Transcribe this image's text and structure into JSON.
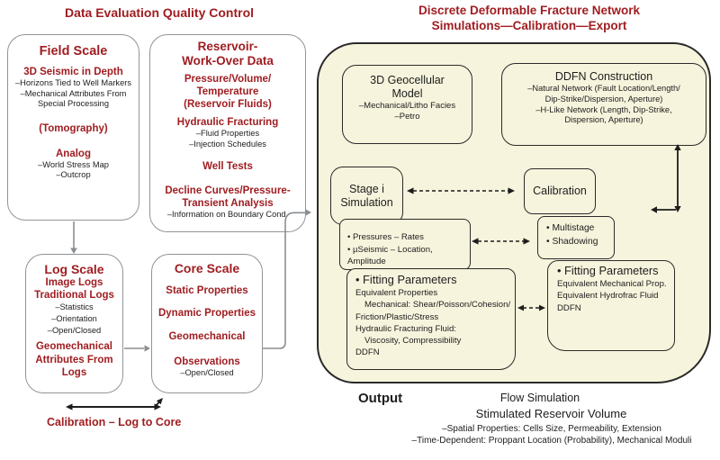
{
  "colors": {
    "accent_red": "#a01d21",
    "beige_fill": "#f7f4dd",
    "box_gray_border": "#909498",
    "arrow_gray": "#8a8e92",
    "ink": "#1d1d1d"
  },
  "left": {
    "title": "Data Evaluation Quality Control",
    "field_scale": {
      "title": "Field Scale",
      "seismic_title": "3D Seismic in Depth",
      "seismic_items": [
        "–Horizons Tied to Well Markers",
        "–Mechanical Attributes From",
        "Special Processing"
      ],
      "tomography": "(Tomography)",
      "analog_title": "Analog",
      "analog_items": [
        "–World Stress Map",
        "–Outcrop"
      ]
    },
    "reservoir": {
      "title1": "Reservoir-",
      "title2": "Work-Over Data",
      "pvt1": "Pressure/Volume/",
      "pvt2": "Temperature",
      "pvt3": "(Reservoir Fluids)",
      "hydraulic": "Hydraulic Fracturing",
      "hydraulic_items": [
        "–Fluid Properties",
        "–Injection Schedules"
      ],
      "well_tests": "Well Tests",
      "decline1": "Decline Curves/Pressure-",
      "decline2": "Transient Analysis",
      "decline_item": "–Information on Boundary Cond."
    },
    "log_scale": {
      "title": "Log Scale",
      "red1": "Image Logs",
      "red2": "Traditional Logs",
      "items": [
        "–Statistics",
        "–Orientation",
        "–Open/Closed"
      ],
      "geo1": "Geomechanical",
      "geo2": "Attributes From",
      "geo3": "Logs"
    },
    "core_scale": {
      "title": "Core Scale",
      "red1": "Static Properties",
      "red2": "Dynamic Properties",
      "red3": "Geomechanical",
      "red4": "Observations",
      "item": "–Open/Closed"
    },
    "calibration_label": "Calibration – Log to Core"
  },
  "right": {
    "title1": "Discrete Deformable Fracture Network",
    "title2": "Simulations—Calibration—Export",
    "geocell": {
      "t1": "3D Geocellular",
      "t2": "Model",
      "i1": "–Mechanical/Litho Facies",
      "i2": "–Petro"
    },
    "ddfn": {
      "t": "DDFN Construction",
      "i1": "–Natural Network (Fault Location/Length/",
      "i2": "Dip-Strike/Dispersion, Aperture)",
      "i3": "–H-Like Network (Length, Dip-Strike,",
      "i4": "Dispersion, Aperture)"
    },
    "stage": {
      "t1": "Stage i",
      "t2": "Simulation"
    },
    "calibration": {
      "t": "Calibration"
    },
    "pressures": {
      "i1": "• Pressures – Rates",
      "i2": "• µSeismic – Location, Amplitude"
    },
    "multistage": {
      "i1": "• Multistage",
      "i2": "• Shadowing"
    },
    "fitting_left": {
      "t": "• Fitting Parameters",
      "i1": "Equivalent Properties",
      "i2": "Mechanical: Shear/Poisson/Cohesion/",
      "i3": "Friction/Plastic/Stress",
      "i4": "Hydraulic Fracturing Fluid:",
      "i5": "Viscosity, Compressibility",
      "i6": "DDFN"
    },
    "fitting_right": {
      "t": "• Fitting Parameters",
      "i1": "Equivalent Mechanical Prop.",
      "i2": "Equivalent Hydrofrac Fluid",
      "i3": "DDFN"
    },
    "output_label": "Output",
    "flow_simulation": "Flow Simulation",
    "srv_title": "Stimulated Reservoir Volume",
    "srv_items": [
      "–Spatial Properties: Cells Size, Permeability, Extension",
      "–Time-Dependent: Proppant Location (Probability), Mechanical Moduli"
    ]
  }
}
